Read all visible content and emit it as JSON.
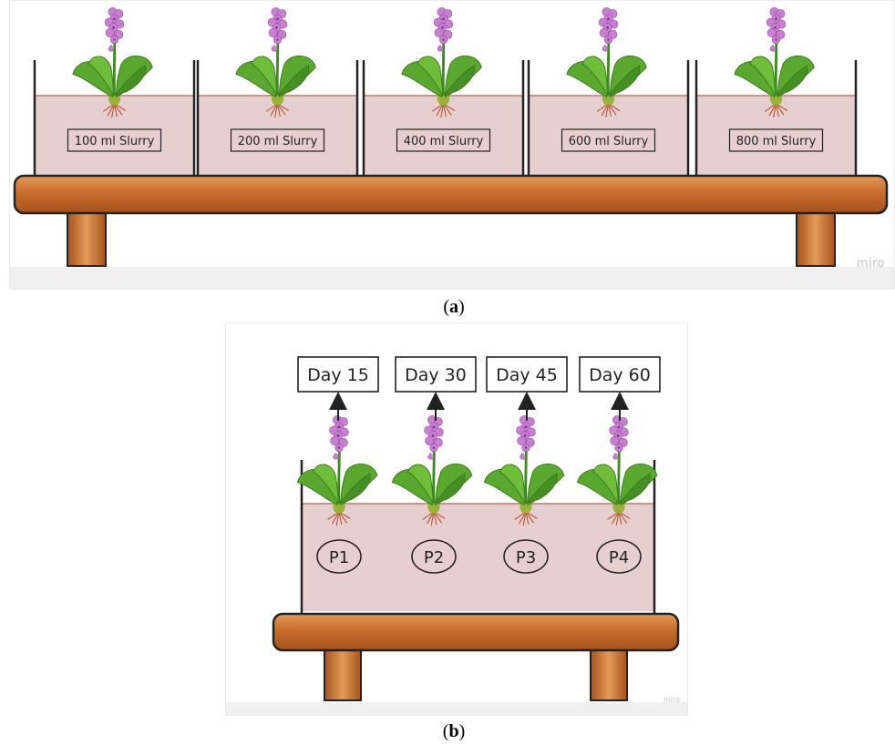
{
  "panel_a": {
    "caption_letter": "a",
    "watermark": "miro",
    "slurry_labels": [
      "100 ml Slurry",
      "200 ml Slurry",
      "400 ml Slurry",
      "600 ml Slurry",
      "800 ml Slurry"
    ]
  },
  "panel_b": {
    "caption_letter": "b",
    "watermark": "miro",
    "day_labels": [
      "Day 15",
      "Day 30",
      "Day 45",
      "Day 60"
    ],
    "plant_labels": [
      "P1",
      "P2",
      "P3",
      "P4"
    ]
  },
  "colors": {
    "water": "#e8cfcf",
    "water_line": "#b47a6e",
    "table_wood": "#c46a2a",
    "table_highlight": "#e6944e",
    "leaf": "#4e9a2e",
    "flower": "#c77fd0",
    "tank_wall": "#222222"
  }
}
